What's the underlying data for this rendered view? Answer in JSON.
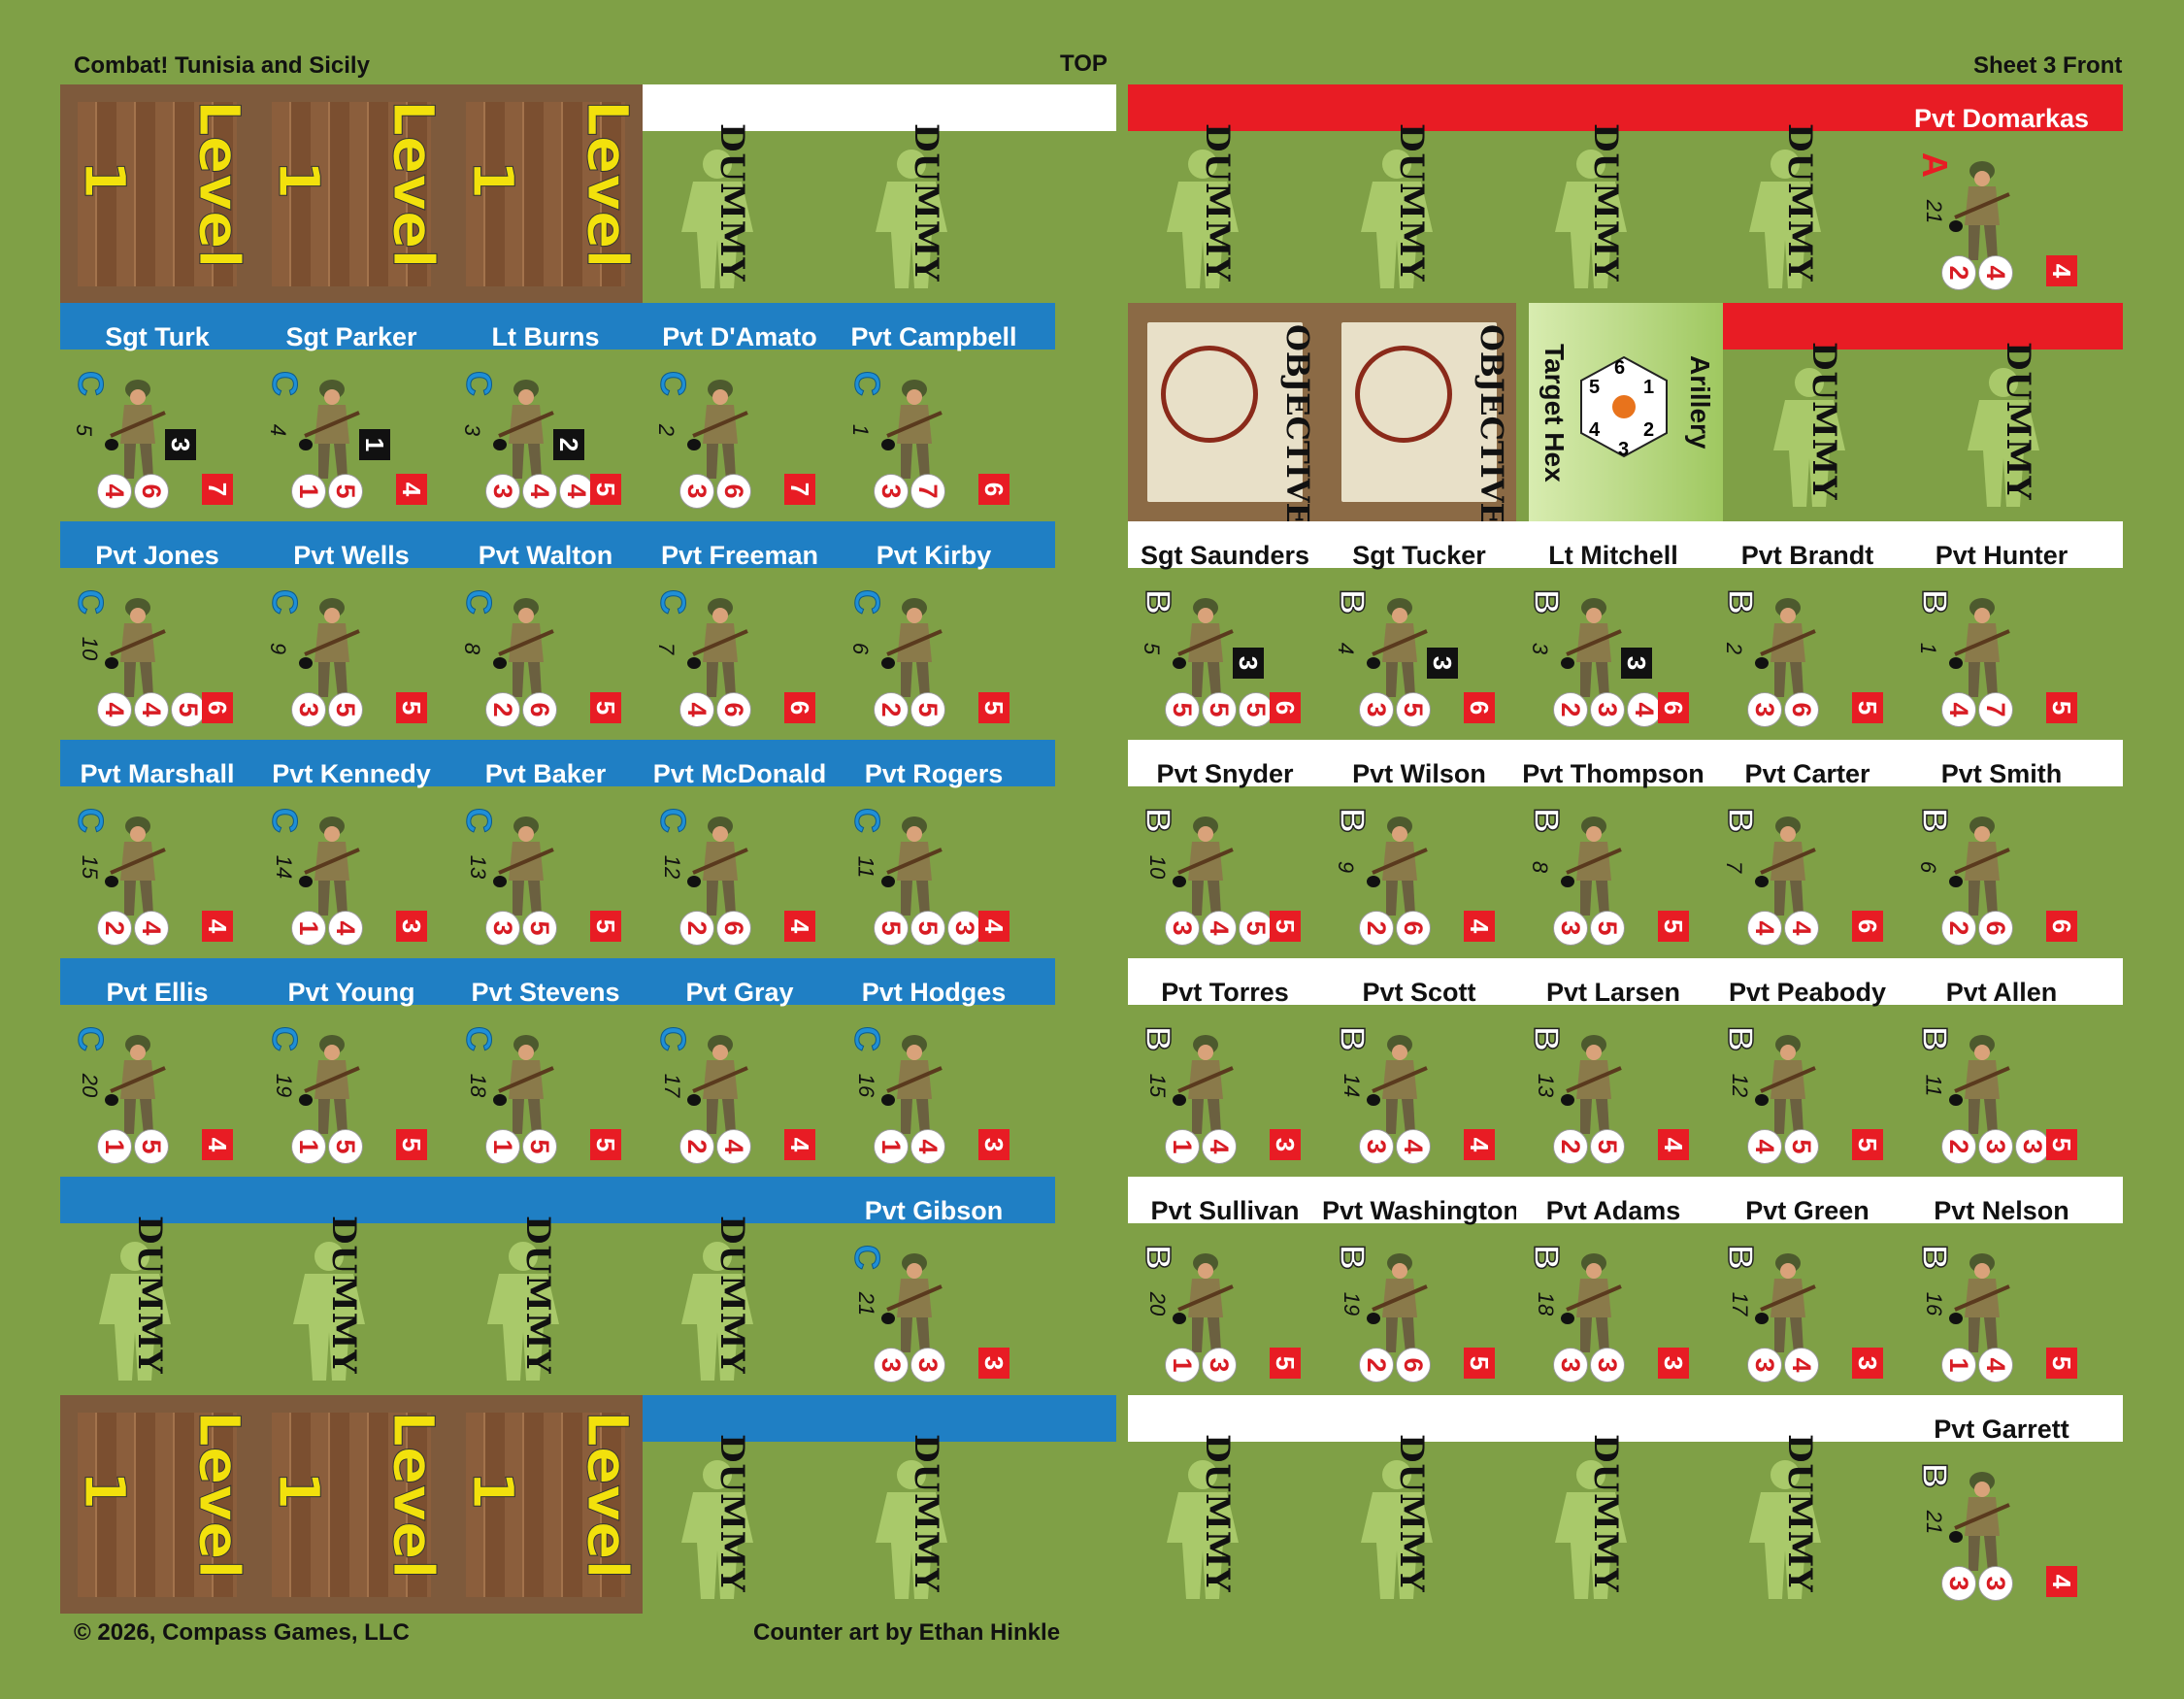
{
  "header": {
    "title_left": "Combat! Tunisia and Sicily",
    "title_center": "TOP",
    "title_right": "Sheet 3 Front"
  },
  "footer": {
    "copyright": "© 2026, Compass Games, LLC",
    "credit": "Counter art by Ethan Hinkle"
  },
  "labels": {
    "dummy": "DUMMY",
    "level": "Level",
    "level_num": "1",
    "objective": "OBJECTIVE",
    "artillery": "Arillery",
    "target_hex": "Target Hex",
    "hex_numbers": [
      "6",
      "1",
      "2",
      "3",
      "4",
      "5"
    ]
  },
  "colors": {
    "background": "#7fa046",
    "band_blue": "#1f7fc4",
    "band_red": "#e81c24",
    "band_white": "#ffffff",
    "value_red": "#e81c24",
    "class_c": "#1f8fd6"
  },
  "left": {
    "row1": [
      "level",
      "level",
      "level",
      "dummy",
      "dummy"
    ],
    "row2": [
      {
        "name": "Sgt Turk",
        "cls": "C",
        "num": "5",
        "circles": [
          "4",
          "6"
        ],
        "square": "7",
        "rank": "3"
      },
      {
        "name": "Sgt Parker",
        "cls": "C",
        "num": "4",
        "circles": [
          "1",
          "5"
        ],
        "square": "4",
        "rank": "1"
      },
      {
        "name": "Lt Burns",
        "cls": "C",
        "num": "3",
        "circles": [
          "3",
          "4",
          "4"
        ],
        "square": "5",
        "rank": "2"
      },
      {
        "name": "Pvt D'Amato",
        "cls": "C",
        "num": "2",
        "circles": [
          "3",
          "6"
        ],
        "square": "7"
      },
      {
        "name": "Pvt Campbell",
        "cls": "C",
        "num": "1",
        "circles": [
          "3",
          "7"
        ],
        "square": "6"
      }
    ],
    "row3": [
      {
        "name": "Pvt Jones",
        "cls": "C",
        "num": "10",
        "circles": [
          "4",
          "4",
          "5"
        ],
        "square": "6"
      },
      {
        "name": "Pvt Wells",
        "cls": "C",
        "num": "9",
        "circles": [
          "3",
          "5"
        ],
        "square": "5"
      },
      {
        "name": "Pvt Walton",
        "cls": "C",
        "num": "8",
        "circles": [
          "2",
          "6"
        ],
        "square": "5"
      },
      {
        "name": "Pvt Freeman",
        "cls": "C",
        "num": "7",
        "circles": [
          "4",
          "6"
        ],
        "square": "6"
      },
      {
        "name": "Pvt Kirby",
        "cls": "C",
        "num": "6",
        "circles": [
          "2",
          "5"
        ],
        "square": "5"
      }
    ],
    "row4": [
      {
        "name": "Pvt Marshall",
        "cls": "C",
        "num": "15",
        "circles": [
          "2",
          "4"
        ],
        "square": "4"
      },
      {
        "name": "Pvt Kennedy",
        "cls": "C",
        "num": "14",
        "circles": [
          "1",
          "4"
        ],
        "square": "3"
      },
      {
        "name": "Pvt Baker",
        "cls": "C",
        "num": "13",
        "circles": [
          "3",
          "5"
        ],
        "square": "5"
      },
      {
        "name": "Pvt McDonald",
        "cls": "C",
        "num": "12",
        "circles": [
          "2",
          "6"
        ],
        "square": "4"
      },
      {
        "name": "Pvt Rogers",
        "cls": "C",
        "num": "11",
        "circles": [
          "5",
          "5",
          "3"
        ],
        "square": "4"
      }
    ],
    "row5": [
      {
        "name": "Pvt Ellis",
        "cls": "C",
        "num": "20",
        "circles": [
          "1",
          "5"
        ],
        "square": "4"
      },
      {
        "name": "Pvt Young",
        "cls": "C",
        "num": "19",
        "circles": [
          "1",
          "5"
        ],
        "square": "5"
      },
      {
        "name": "Pvt Stevens",
        "cls": "C",
        "num": "18",
        "circles": [
          "1",
          "5"
        ],
        "square": "5"
      },
      {
        "name": "Pvt Gray",
        "cls": "C",
        "num": "17",
        "circles": [
          "2",
          "4"
        ],
        "square": "4"
      },
      {
        "name": "Pvt Hodges",
        "cls": "C",
        "num": "16",
        "circles": [
          "1",
          "4"
        ],
        "square": "3"
      }
    ],
    "row6_soldier": {
      "name": "Pvt Gibson",
      "cls": "C",
      "num": "21",
      "circles": [
        "3",
        "3"
      ],
      "square": "3"
    },
    "row7": [
      "level",
      "level",
      "level",
      "dummy",
      "dummy"
    ]
  },
  "right": {
    "row1_soldier": {
      "name": "Pvt Domarkas",
      "cls": "A",
      "num": "21",
      "circles": [
        "2",
        "4"
      ],
      "square": "4"
    },
    "row3": [
      {
        "name": "Sgt Saunders",
        "cls": "B",
        "num": "5",
        "circles": [
          "5",
          "5",
          "5"
        ],
        "square": "6",
        "rank": "3"
      },
      {
        "name": "Sgt Tucker",
        "cls": "B",
        "num": "4",
        "circles": [
          "3",
          "5"
        ],
        "square": "6",
        "rank": "3"
      },
      {
        "name": "Lt Mitchell",
        "cls": "B",
        "num": "3",
        "circles": [
          "2",
          "3",
          "4"
        ],
        "square": "6",
        "rank": "3"
      },
      {
        "name": "Pvt Brandt",
        "cls": "B",
        "num": "2",
        "circles": [
          "3",
          "6"
        ],
        "square": "5"
      },
      {
        "name": "Pvt Hunter",
        "cls": "B",
        "num": "1",
        "circles": [
          "4",
          "7"
        ],
        "square": "5"
      }
    ],
    "row4": [
      {
        "name": "Pvt Snyder",
        "cls": "B",
        "num": "10",
        "circles": [
          "3",
          "4",
          "5"
        ],
        "square": "5"
      },
      {
        "name": "Pvt Wilson",
        "cls": "B",
        "num": "9",
        "circles": [
          "2",
          "6"
        ],
        "square": "4"
      },
      {
        "name": "Pvt Thompson",
        "cls": "B",
        "num": "8",
        "circles": [
          "3",
          "5"
        ],
        "square": "5"
      },
      {
        "name": "Pvt Carter",
        "cls": "B",
        "num": "7",
        "circles": [
          "4",
          "4"
        ],
        "square": "6"
      },
      {
        "name": "Pvt Smith",
        "cls": "B",
        "num": "6",
        "circles": [
          "2",
          "6"
        ],
        "square": "6"
      }
    ],
    "row5": [
      {
        "name": "Pvt Torres",
        "cls": "B",
        "num": "15",
        "circles": [
          "1",
          "4"
        ],
        "square": "3"
      },
      {
        "name": "Pvt Scott",
        "cls": "B",
        "num": "14",
        "circles": [
          "3",
          "4"
        ],
        "square": "4"
      },
      {
        "name": "Pvt Larsen",
        "cls": "B",
        "num": "13",
        "circles": [
          "2",
          "5"
        ],
        "square": "4"
      },
      {
        "name": "Pvt Peabody",
        "cls": "B",
        "num": "12",
        "circles": [
          "4",
          "5"
        ],
        "square": "5"
      },
      {
        "name": "Pvt Allen",
        "cls": "B",
        "num": "11",
        "circles": [
          "2",
          "3",
          "3"
        ],
        "square": "5"
      }
    ],
    "row6": [
      {
        "name": "Pvt Sullivan",
        "cls": "B",
        "num": "20",
        "circles": [
          "1",
          "3"
        ],
        "square": "5"
      },
      {
        "name": "Pvt Washington",
        "cls": "B",
        "num": "19",
        "circles": [
          "2",
          "6"
        ],
        "square": "5"
      },
      {
        "name": "Pvt Adams",
        "cls": "B",
        "num": "18",
        "circles": [
          "3",
          "3"
        ],
        "square": "3"
      },
      {
        "name": "Pvt Green",
        "cls": "B",
        "num": "17",
        "circles": [
          "3",
          "4"
        ],
        "square": "3"
      },
      {
        "name": "Pvt Nelson",
        "cls": "B",
        "num": "16",
        "circles": [
          "1",
          "4"
        ],
        "square": "5"
      }
    ],
    "row7_soldier": {
      "name": "Pvt Garrett",
      "cls": "B",
      "num": "21",
      "circles": [
        "3",
        "3"
      ],
      "square": "4"
    }
  }
}
